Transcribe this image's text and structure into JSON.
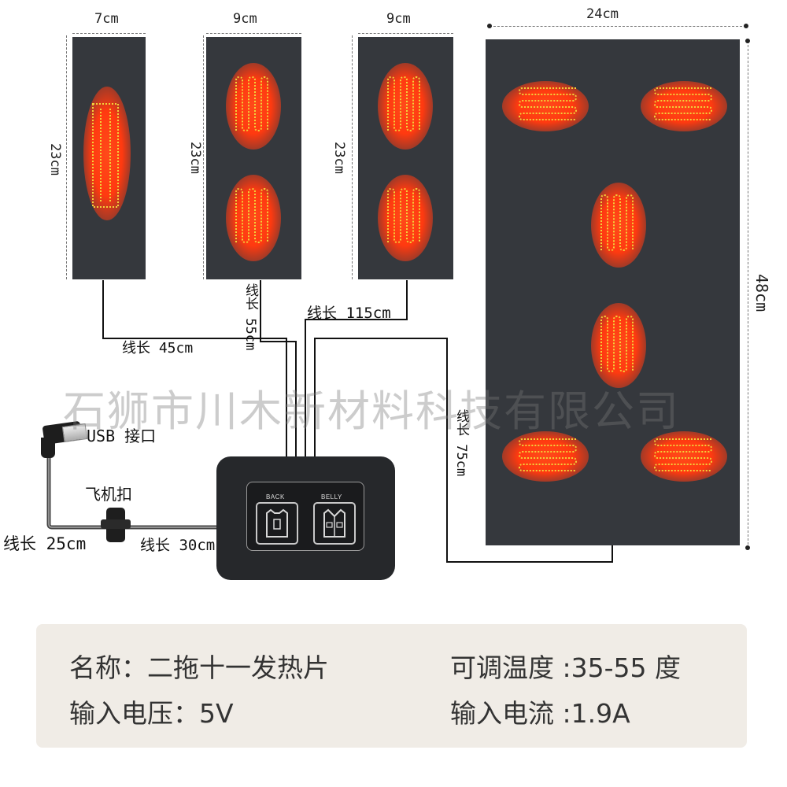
{
  "dimensions": {
    "pad1_width": "7cm",
    "pad2_width": "9cm",
    "pad3_width": "9cm",
    "pad4_width": "24cm",
    "pad1_height": "23cm",
    "pad2_height": "23cm",
    "pad3_height": "23cm",
    "pad4_height": "48cm"
  },
  "wires": {
    "wire_45": "线长 45cm",
    "wire_55": "线长 55cm",
    "wire_115": "线长 115cm",
    "wire_75": "线长 75cm",
    "wire_25": "线长 25cm",
    "wire_30": "线长 30cm"
  },
  "labels": {
    "usb": "USB 接口",
    "connector": "飞机扣",
    "back_button": "BACK",
    "belly_button": "BELLY"
  },
  "watermark": "石狮市川木新材料科技有限公司",
  "specs": {
    "name": "名称：二拖十一发热片",
    "voltage": "输入电压：5V",
    "temperature": "可调温度 :35-55 度",
    "current": "输入电流 :1.9A"
  },
  "colors": {
    "pad": "#35383d",
    "heat_glow": "#ff3a10",
    "coil": "#f2d13a",
    "info_background": "#f0ece6"
  }
}
